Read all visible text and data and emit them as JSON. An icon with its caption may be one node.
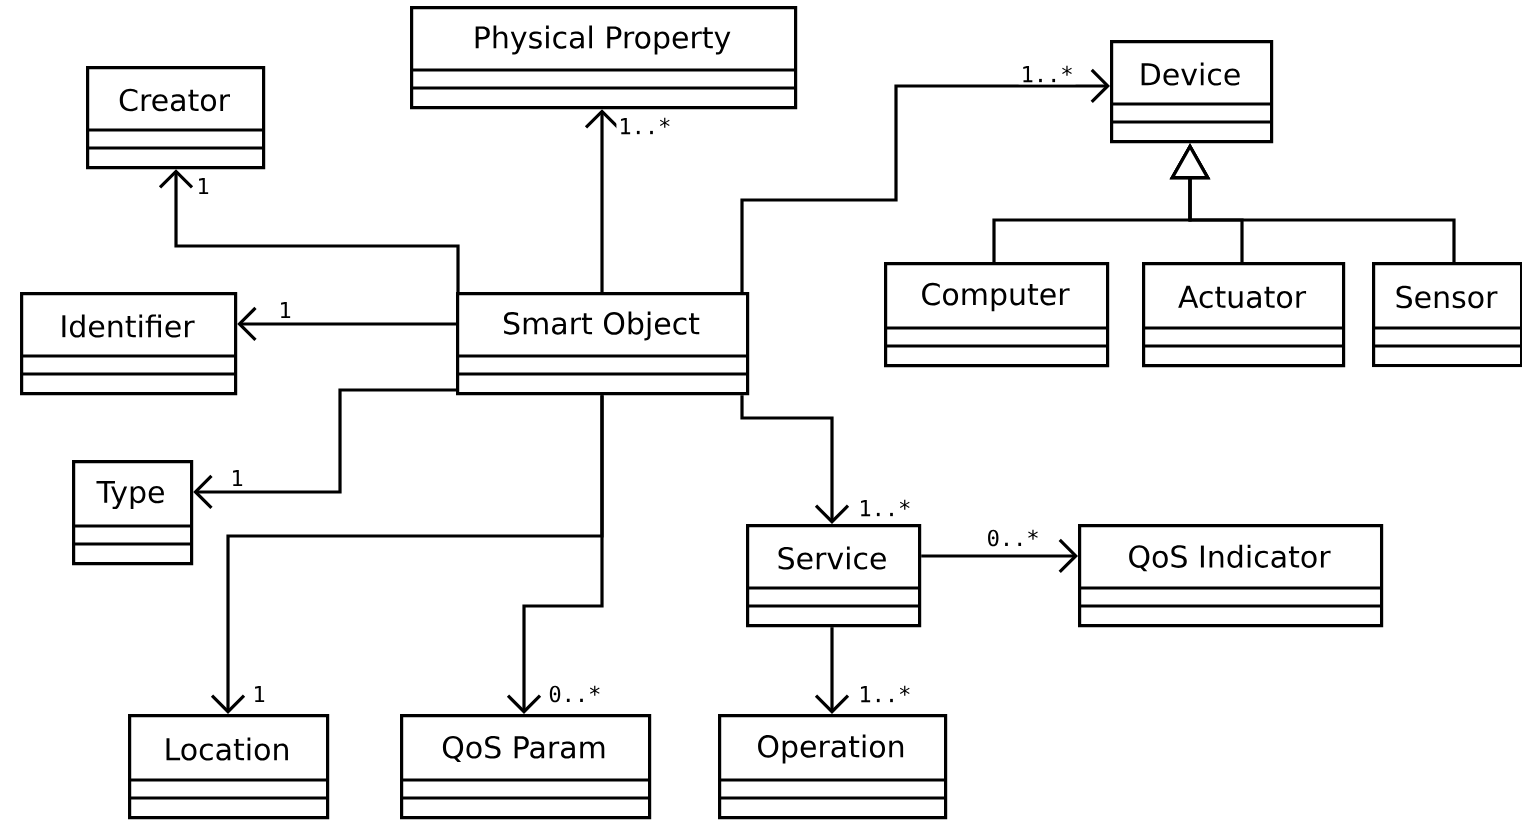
{
  "diagram": {
    "nodes": [
      {
        "text": [
          "Physical Property"
        ]
      },
      {
        "text": [
          "Creator"
        ]
      },
      {
        "text": [
          "Device"
        ]
      },
      {
        "text": [
          "Identifier"
        ]
      },
      {
        "text": [
          "Smart Object"
        ]
      },
      {
        "text": [
          "Computer"
        ]
      },
      {
        "text": [
          "Actuator"
        ]
      },
      {
        "text": [
          "Sensor"
        ]
      },
      {
        "text": [
          "Type"
        ]
      },
      {
        "text": [
          "Service"
        ]
      },
      {
        "text": [
          "QoS Indicator"
        ]
      },
      {
        "text": [
          "Location"
        ]
      },
      {
        "text": [
          "QoS Param"
        ]
      },
      {
        "text": [
          "Operation"
        ]
      }
    ],
    "edges": [
      {
        "from": 4,
        "to": 0,
        "arrow": "to",
        "label": "1..*"
      },
      {
        "from": 4,
        "to": 1,
        "arrow": "to",
        "label": "1"
      },
      {
        "from": 4,
        "to": 2,
        "arrow": "to",
        "label": "1..*"
      },
      {
        "from": 4,
        "to": 3,
        "arrow": "to",
        "label": "1"
      },
      {
        "from": 4,
        "to": 8,
        "arrow": "to",
        "label": "1"
      },
      {
        "from": 4,
        "to": 11,
        "arrow": "to",
        "label": "1"
      },
      {
        "from": 4,
        "to": 12,
        "arrow": "to",
        "label": "0..*"
      },
      {
        "from": 4,
        "to": 9,
        "arrow": "to",
        "label": "1..*"
      },
      {
        "from": 9,
        "to": 10,
        "arrow": "to",
        "label": "0..*"
      },
      {
        "from": 9,
        "to": 13,
        "arrow": "to",
        "label": "1..*"
      },
      {
        "from": 5,
        "to": 2,
        "arrow": "to"
      },
      {
        "from": 6,
        "to": 2,
        "arrow": "to"
      },
      {
        "from": 7,
        "to": 2,
        "arrow": "to"
      }
    ]
  }
}
